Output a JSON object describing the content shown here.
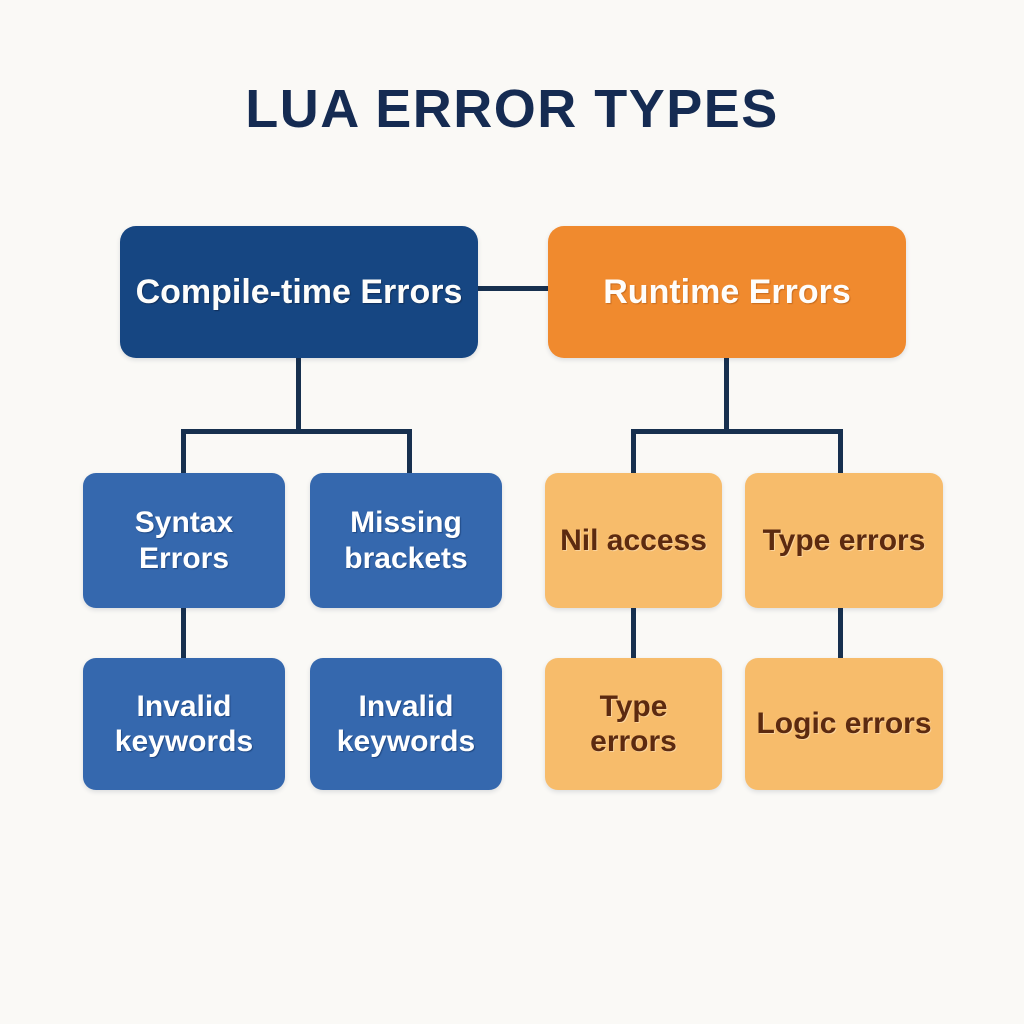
{
  "title": "LUA ERROR TYPES",
  "colors": {
    "background": "#faf9f6",
    "title_text": "#152b52",
    "connector": "#17304f",
    "compile_branch": "#164682",
    "compile_children": "#3568ae",
    "runtime_branch": "#f08a2e",
    "runtime_children": "#f7bc6b",
    "light_text": "#ffffff",
    "dark_text": "#5c2a10"
  },
  "diagram": {
    "type": "tree",
    "root_label": "LUA ERROR TYPES",
    "branches": [
      {
        "id": "compile-time-errors",
        "label": "Compile-time Errors",
        "children": [
          {
            "id": "syntax-errors",
            "label": "Syntax Errors",
            "children": [
              {
                "id": "invalid-keywords-1",
                "label": "Invalid keywords"
              }
            ]
          },
          {
            "id": "missing-brackets",
            "label": "Missing brackets",
            "children": [
              {
                "id": "invalid-keywords-2",
                "label": "Invalid keywords"
              }
            ]
          }
        ]
      },
      {
        "id": "runtime-errors",
        "label": "Runtime Errors",
        "children": [
          {
            "id": "nil-access",
            "label": "Nil access",
            "children": [
              {
                "id": "type-errors-2",
                "label": "Type errors"
              }
            ]
          },
          {
            "id": "type-errors-1",
            "label": "Type errors",
            "children": [
              {
                "id": "logic-errors",
                "label": "Logic errors"
              }
            ]
          }
        ]
      }
    ]
  },
  "nodes": {
    "compile_time_errors": "Compile-time Errors",
    "runtime_errors": "Runtime Errors",
    "syntax_errors": "Syntax Errors",
    "missing_brackets": "Missing brackets",
    "nil_access": "Nil access",
    "type_errors_top": "Type errors",
    "invalid_keywords_left": "Invalid keywords",
    "invalid_keywords_right": "Invalid keywords",
    "type_errors_bottom": "Type errors",
    "logic_errors": "Logic errors"
  }
}
